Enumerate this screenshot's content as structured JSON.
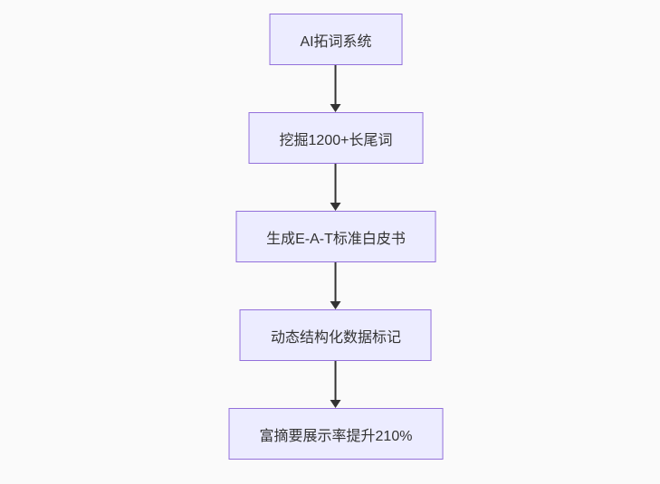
{
  "diagram": {
    "type": "flowchart",
    "direction": "top-down",
    "nodes": [
      {
        "id": "step-1",
        "label": "AI拓词系统"
      },
      {
        "id": "step-2",
        "label": "挖掘1200+长尾词"
      },
      {
        "id": "step-3",
        "label": "生成E-A-T标准白皮书"
      },
      {
        "id": "step-4",
        "label": "动态结构化数据标记"
      },
      {
        "id": "step-5",
        "label": "富摘要展示率提升210%"
      }
    ],
    "edges": [
      {
        "from": "step-1",
        "to": "step-2"
      },
      {
        "from": "step-2",
        "to": "step-3"
      },
      {
        "from": "step-3",
        "to": "step-4"
      },
      {
        "from": "step-4",
        "to": "step-5"
      }
    ],
    "colors": {
      "background": "#fafafa",
      "node_fill": "#ECECFF",
      "node_border": "#9370DB",
      "arrow": "#333333",
      "text": "#333333"
    }
  }
}
